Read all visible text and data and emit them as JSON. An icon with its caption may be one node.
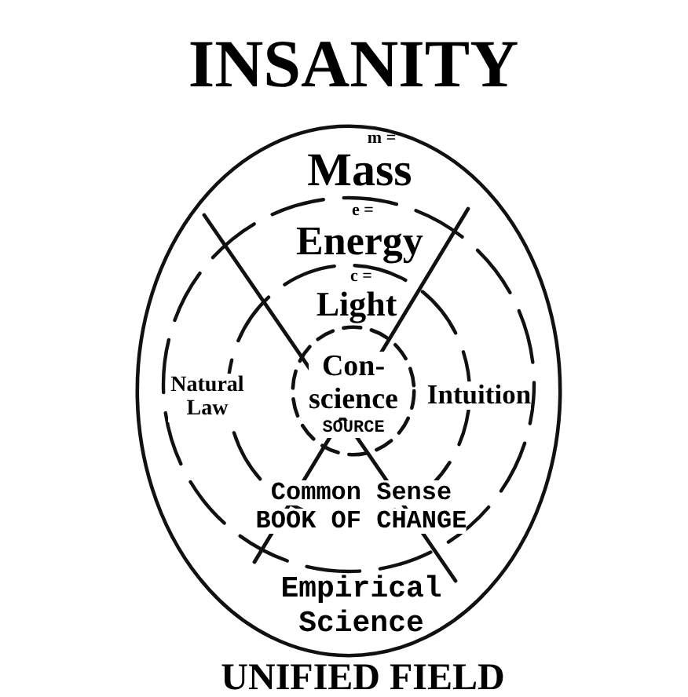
{
  "diagram": {
    "title": "INSANITY",
    "caption": "UNIFIED FIELD",
    "nodes": [
      {
        "text": [
          "m =",
          "Mass",
          "e =",
          "Energy",
          "c =",
          "Light",
          "Natural Law",
          "Intuition",
          "Common Sense",
          "BOOK OF CHANGE",
          "Empirical Science"
        ]
      },
      {
        "text": [
          "Con- science",
          "SOURCE"
        ],
        "in": 0
      }
    ]
  }
}
